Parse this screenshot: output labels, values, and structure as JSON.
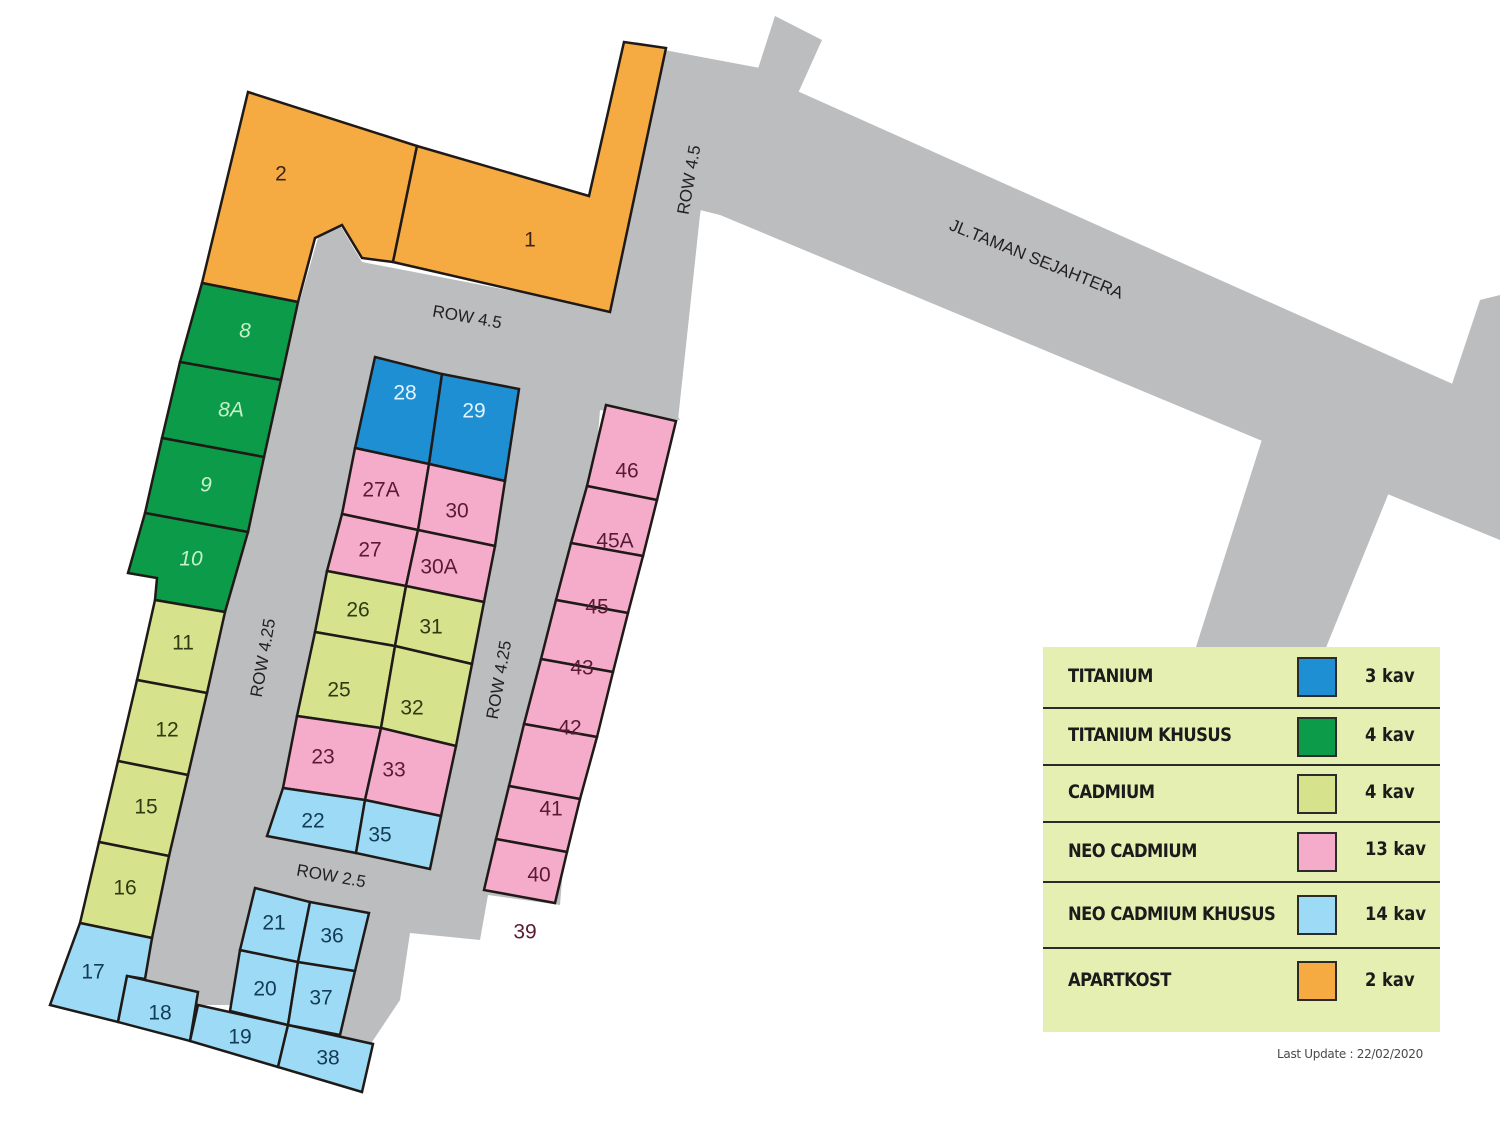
{
  "map": {
    "roads": {
      "main_road": "JL.TAMAN SEJAHTERA",
      "row_top_vertical": "ROW 4.5",
      "row_top_horizontal": "ROW 4.5",
      "row_left": "ROW 4.25",
      "row_right": "ROW 4.25",
      "row_bottom": "ROW 2.5"
    },
    "lots": [
      {
        "id": "1",
        "type": "APARTKOST"
      },
      {
        "id": "2",
        "type": "APARTKOST"
      },
      {
        "id": "8",
        "type": "TITANIUM KHUSUS"
      },
      {
        "id": "8A",
        "type": "TITANIUM KHUSUS"
      },
      {
        "id": "9",
        "type": "TITANIUM KHUSUS"
      },
      {
        "id": "10",
        "type": "TITANIUM KHUSUS"
      },
      {
        "id": "11",
        "type": "CADMIUM"
      },
      {
        "id": "12",
        "type": "CADMIUM"
      },
      {
        "id": "15",
        "type": "CADMIUM"
      },
      {
        "id": "16",
        "type": "CADMIUM"
      },
      {
        "id": "17",
        "type": "NEO CADMIUM KHUSUS"
      },
      {
        "id": "18",
        "type": "NEO CADMIUM KHUSUS"
      },
      {
        "id": "19",
        "type": "NEO CADMIUM KHUSUS"
      },
      {
        "id": "20",
        "type": "NEO CADMIUM KHUSUS"
      },
      {
        "id": "21",
        "type": "NEO CADMIUM KHUSUS"
      },
      {
        "id": "22",
        "type": "NEO CADMIUM KHUSUS"
      },
      {
        "id": "23",
        "type": "NEO CADMIUM"
      },
      {
        "id": "25",
        "type": "CADMIUM"
      },
      {
        "id": "26",
        "type": "CADMIUM"
      },
      {
        "id": "27",
        "type": "NEO CADMIUM"
      },
      {
        "id": "27A",
        "type": "NEO CADMIUM"
      },
      {
        "id": "28",
        "type": "TITANIUM"
      },
      {
        "id": "29",
        "type": "TITANIUM"
      },
      {
        "id": "30",
        "type": "NEO CADMIUM"
      },
      {
        "id": "30A",
        "type": "NEO CADMIUM"
      },
      {
        "id": "31",
        "type": "CADMIUM"
      },
      {
        "id": "32",
        "type": "CADMIUM"
      },
      {
        "id": "33",
        "type": "NEO CADMIUM"
      },
      {
        "id": "35",
        "type": "NEO CADMIUM KHUSUS"
      },
      {
        "id": "36",
        "type": "NEO CADMIUM KHUSUS"
      },
      {
        "id": "37",
        "type": "NEO CADMIUM KHUSUS"
      },
      {
        "id": "38",
        "type": "NEO CADMIUM KHUSUS"
      },
      {
        "id": "39",
        "type": "NEO CADMIUM"
      },
      {
        "id": "40",
        "type": "NEO CADMIUM"
      },
      {
        "id": "41",
        "type": "NEO CADMIUM"
      },
      {
        "id": "42",
        "type": "NEO CADMIUM"
      },
      {
        "id": "43",
        "type": "NEO CADMIUM"
      },
      {
        "id": "45",
        "type": "NEO CADMIUM"
      },
      {
        "id": "45A",
        "type": "NEO CADMIUM"
      },
      {
        "id": "46",
        "type": "NEO CADMIUM"
      }
    ]
  },
  "legend": {
    "items": [
      {
        "name": "TITANIUM",
        "count": "3 kav",
        "color": "#1f8fd4"
      },
      {
        "name": "TITANIUM KHUSUS",
        "count": "4 kav",
        "color": "#0c9b48"
      },
      {
        "name": "CADMIUM",
        "count": "4 kav",
        "color": "#d6e28c"
      },
      {
        "name": "NEO CADMIUM",
        "count": "13 kav",
        "color": "#f4acca"
      },
      {
        "name": "NEO CADMIUM KHUSUS",
        "count": "14 kav",
        "color": "#9ddaf5"
      },
      {
        "name": "APARTKOST",
        "count": "2 kav",
        "color": "#f6ab42"
      }
    ]
  },
  "footer": {
    "last_update": "Last Update : 22/02/2020"
  },
  "colors": {
    "road": "#bcbdbf",
    "legend_bg": "#e6efb2",
    "outline": "#1f1a17"
  }
}
